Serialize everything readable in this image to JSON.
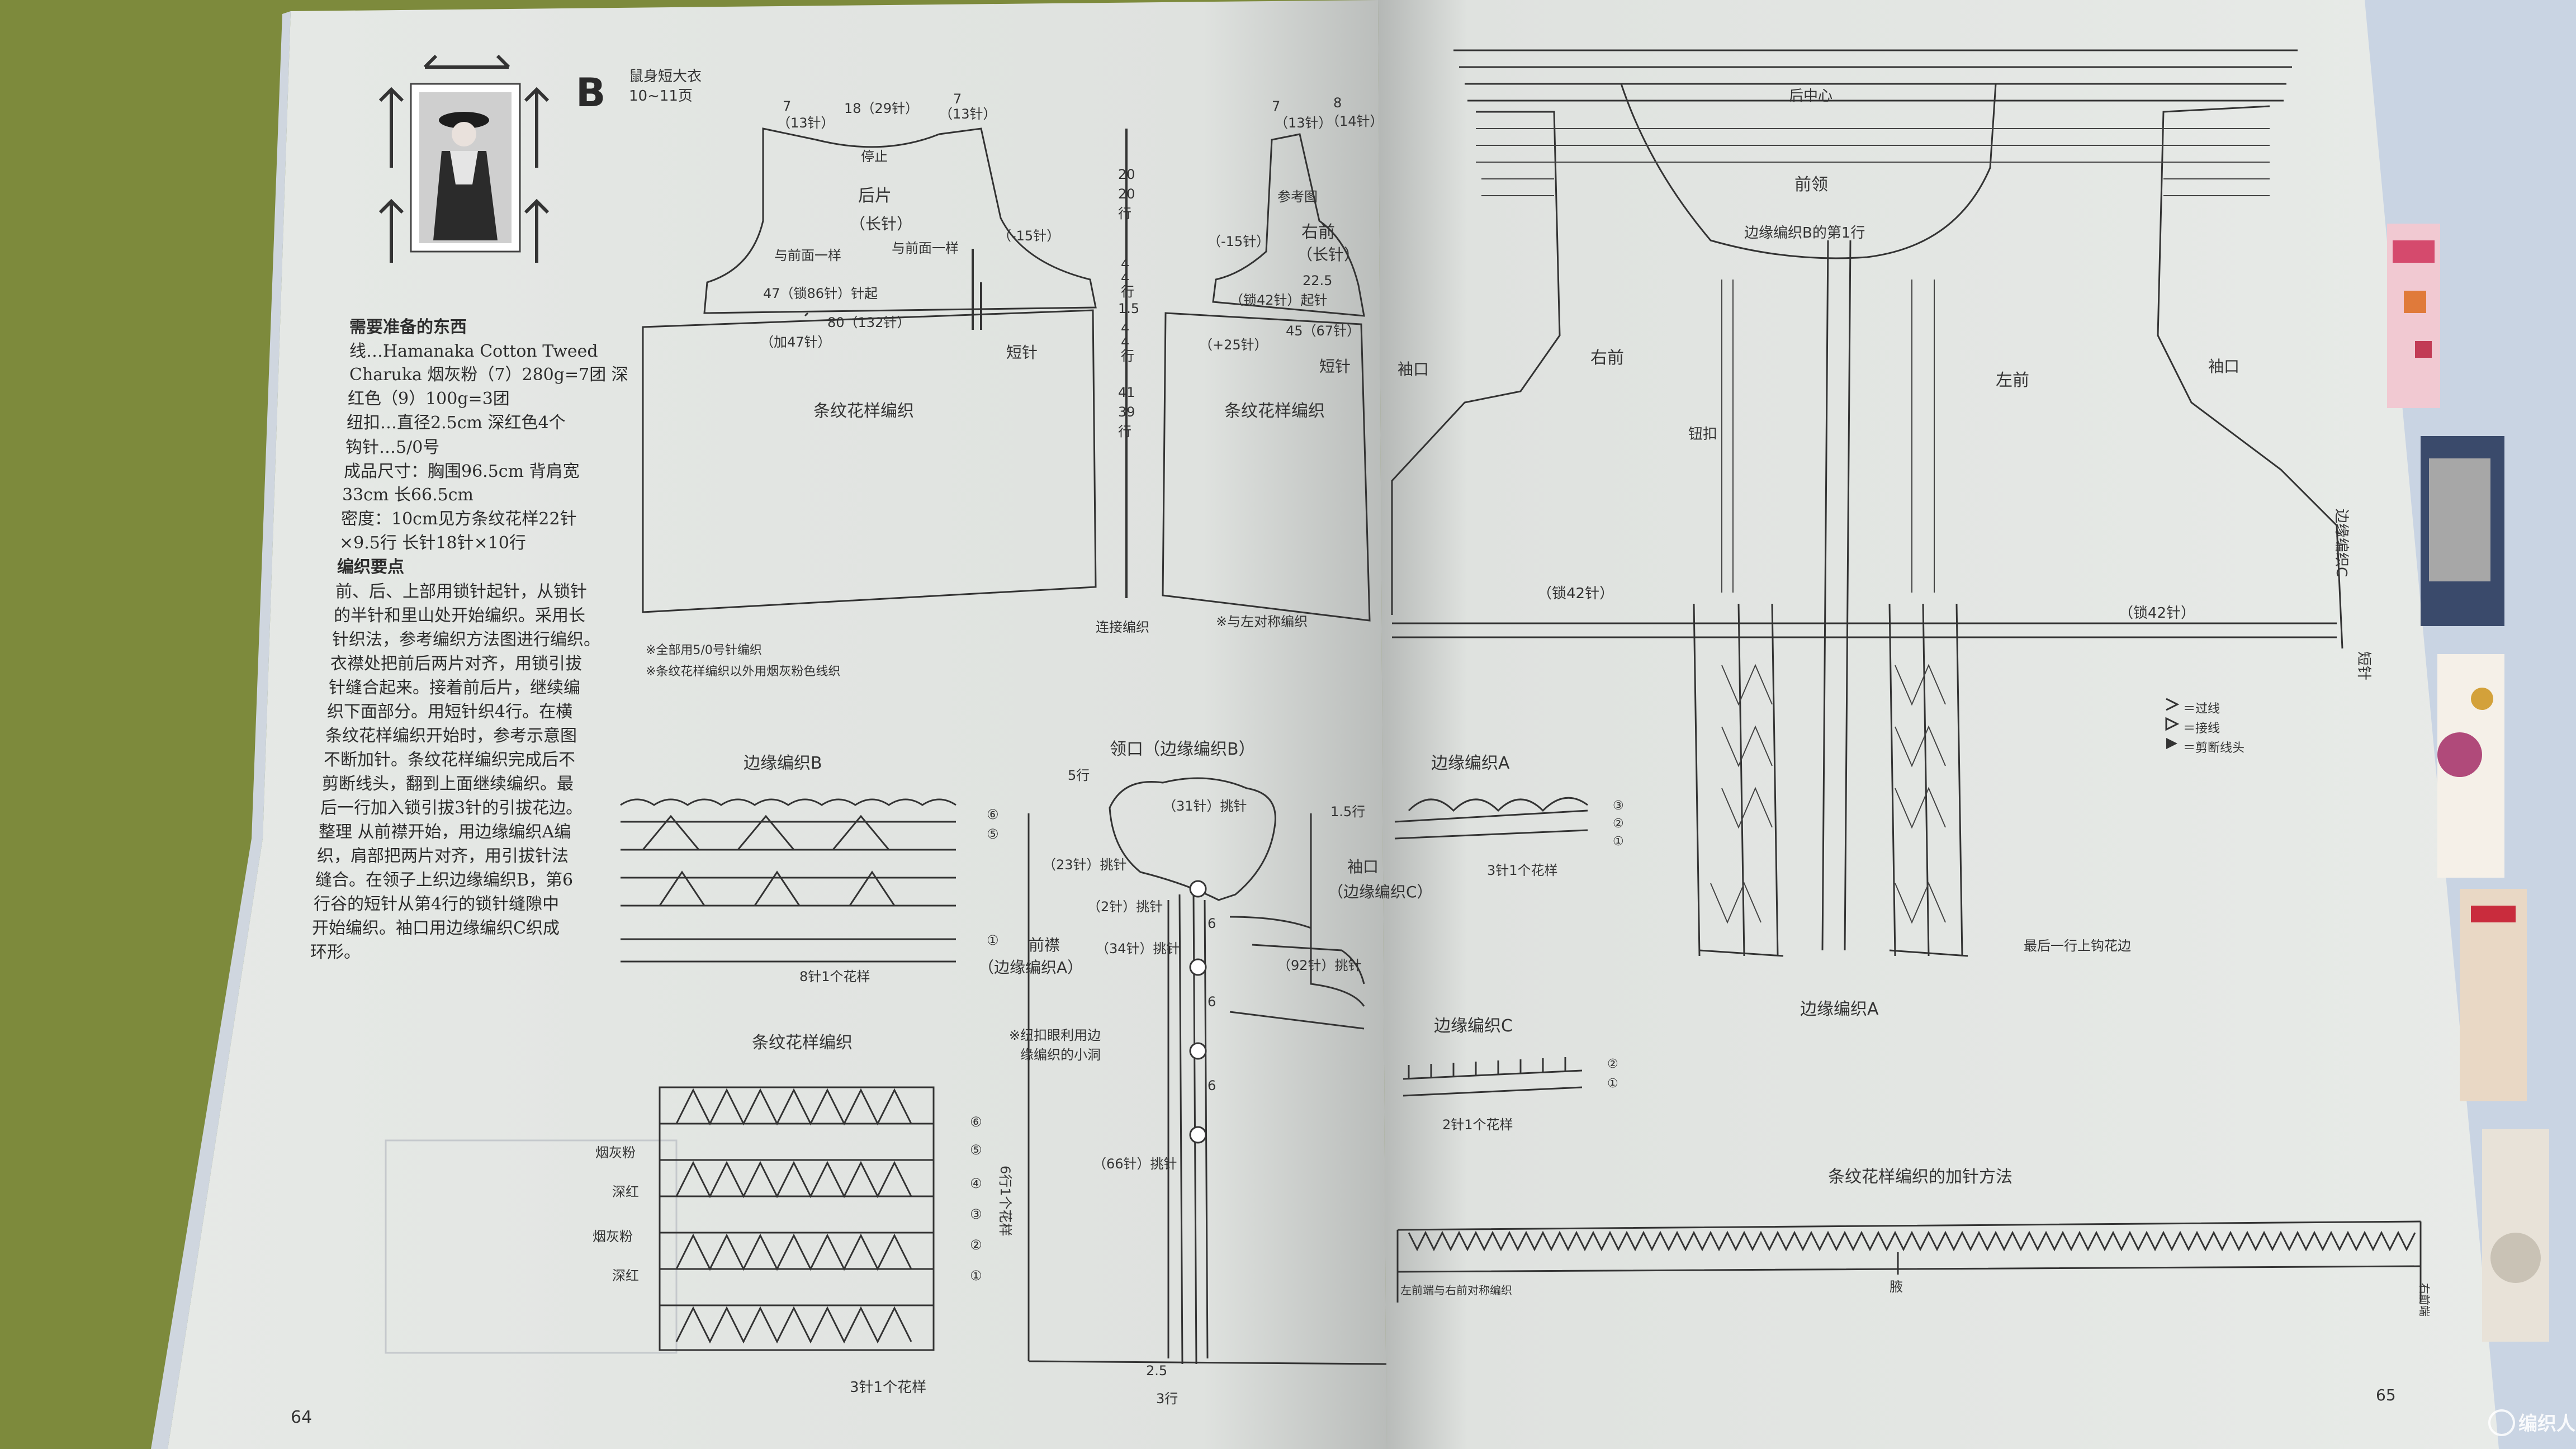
{
  "left_page": {
    "badge": "B",
    "source_title": "鼠身短大衣",
    "source_pages": "10~11页",
    "materials_heading": "需要准备的东西",
    "yarn_line1": "线…Hamanaka Cotton Tweed",
    "yarn_line2": "Charuka 烟灰粉（7）280g=7团 深",
    "yarn_line3": "红色（9）100g=3团",
    "button_line": "纽扣…直径2.5cm 深红色4个",
    "hook_line": "钩针…5/0号",
    "size_line1": "成品尺寸：胸围96.5cm 背肩宽",
    "size_line2": "33cm 长66.5cm",
    "gauge_line1": "密度：10cm见方条纹花样22针",
    "gauge_line2": "×9.5行 长针18针×10行",
    "points_heading": "编织要点",
    "instructions": [
      "前、后、上部用锁针起针，从锁针",
      "的半针和里山处开始编织。采用长",
      "针织法，参考编织方法图进行编织。",
      "衣襟处把前后两片对齐，用锁引拔",
      "针缝合起来。接着前后片，继续编",
      "织下面部分。用短针织4行。在横",
      "条纹花样编织开始时，参考示意图",
      "不断加针。条纹花样编织完成后不",
      "剪断线头，翻到上面继续编织。最",
      "后一行加入锁引拔3针的引拔花边。",
      "整理 从前襟开始，用边缘编织A编",
      "织，肩部把两片对齐，用引拔针法",
      "缝合。在领子上织边缘编织B，第6",
      "行谷的短针从第4行的锁针缝隙中",
      "开始编织。袖口用边缘编织C织成",
      "环形。"
    ],
    "page_number": "64",
    "schematic": {
      "back_label": "后片",
      "back_stitch": "（长针）",
      "stop_label": "停止",
      "same_as_front_l": "与前面一样",
      "same_as_front_r": "与前面一样",
      "dec_label_l": "（-15针）",
      "chain_label": "47（锁86针）针起",
      "width_label": "80（132针）",
      "inc_label": "（加47针）",
      "stripe_label": "条纹花样编织",
      "top_dims": [
        "7",
        "18（29针）",
        "7"
      ],
      "top_dims2": [
        "（13针）",
        "（13针）"
      ],
      "right_front_label": "右前",
      "right_front_stitch": "（长针）",
      "ref_label": "参考图",
      "dec_label_r": "（-15针）",
      "rf_chain": "（锁42针）起针",
      "rf_width": "45（67针）",
      "rf_inc": "（+25针）",
      "rf_top": [
        "7",
        "8"
      ],
      "rf_top2": [
        "（13针）",
        "（14针）"
      ],
      "rf_22_5": "22.5",
      "rf_stripe": "条纹花样编织",
      "short_stitch_l": "短针",
      "short_stitch_r": "短针",
      "vert_dims": [
        "20",
        "20",
        "行"
      ],
      "vert_dims2": [
        "4",
        "4",
        "行"
      ],
      "vert_dims3": [
        "1.5"
      ],
      "vert_dims4": [
        "4",
        "4",
        "行"
      ],
      "vert_dims5": [
        "41",
        "39",
        "行"
      ],
      "join_label": "连接编织",
      "sym_label": "※与左对称编织",
      "note1": "※全部用5/0号针编织",
      "note2": "※条纹花样编织以外用烟灰粉色线织"
    },
    "edge_b_title": "边缘编织B",
    "edge_b_repeat": "8针1个花样",
    "stripe_title": "条纹花样编织",
    "stripe_colors": [
      "烟灰粉",
      "深红",
      "烟灰粉",
      "深红"
    ],
    "stripe_repeat": "3针1个花样",
    "stripe_rows_label": "6行1个花样",
    "row_nums": [
      "⑥",
      "⑤",
      "④",
      "③",
      "②",
      "①"
    ],
    "collar": {
      "title": "领口（边缘编织B）",
      "rows": "5行",
      "r31": "（31针）挑针",
      "r23": "（23针）挑针",
      "r2": "（2针）挑针",
      "r34": "（34针）挑针",
      "front_band": "前襟",
      "front_band_sub": "（边缘编织A）",
      "r92": "（92针）挑针",
      "cuff": "袖口",
      "cuff_sub": "（边缘编织C）",
      "c_rows": "1.5行",
      "r66": "（66针）挑针",
      "buttonhole_note1": "※纽扣眼利用边",
      "buttonhole_note2": "缘编织的小洞",
      "bottom_dim": "2.5",
      "bottom_rows": "3行",
      "six": "6"
    }
  },
  "right_page": {
    "back_center": "后中心",
    "front_neck": "前领",
    "edge_b_row1": "边缘编织B的第1行",
    "right_front": "右前",
    "left_front": "左前",
    "sleeve_l": "袖口",
    "sleeve_r": "袖口",
    "button_label": "钮扣",
    "chain42_l": "（锁42针）",
    "chain42_r": "（锁42针）",
    "edge_c_side": "边缘编织C",
    "short_side": "短针",
    "legend": [
      "＝过线",
      "＝接线",
      "＝剪断线头"
    ],
    "edge_a_title": "边缘编织A",
    "edge_a_repeat": "3针1个花样",
    "edge_a_bottom": "边缘编织A",
    "last_row_label": "最后一行上钩花边",
    "edge_c_title": "边缘编织C",
    "edge_c_repeat": "2针1个花样",
    "inc_method_title": "条纹花样编织的加针方法",
    "inc_center": "腋",
    "inc_right": "右前端",
    "inc_left": "左前端与右前对称编织",
    "page_number": "65",
    "watermark": "编织人生"
  },
  "colors": {
    "paper": "#e9ecea",
    "ink": "#2a2a2a",
    "table": "#7b8a3f",
    "stripe_ref": "#8c2333"
  }
}
